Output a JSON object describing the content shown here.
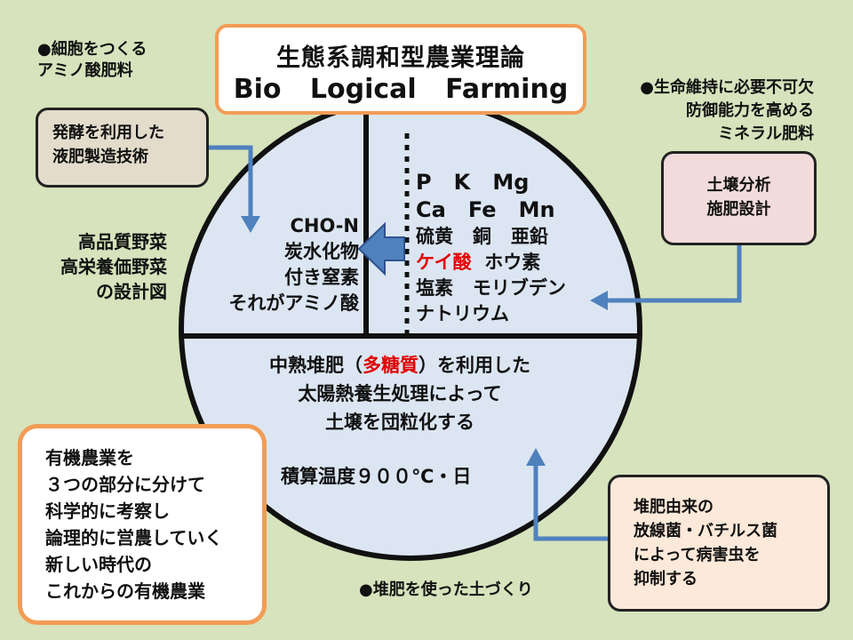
{
  "title": {
    "japanese": "生態系調和型農業理論",
    "english": "Bio Logical Farming"
  },
  "top_left_note": [
    "●細胞をつくる",
    "アミノ酸肥料"
  ],
  "top_right_note": [
    "●生命維持に必要不可欠",
    "防御能力を高める",
    "ミネラル肥料"
  ],
  "fermentation_box": [
    "発酵を利用した",
    "液肥製造技術"
  ],
  "soil_analysis_box": [
    "土壌分析",
    "施肥設計"
  ],
  "design_label": [
    "高品質野菜",
    "高栄養価野菜",
    "の設計図"
  ],
  "left_section": [
    "CHO-N",
    "炭水化物",
    "付き窒素",
    "それがアミノ酸"
  ],
  "minerals": {
    "line1": "P   K   Mg",
    "line2": "Ca   Fe   Mn",
    "line3": "硫黄   銅   亜鉛",
    "line4_highlight": "ケイ酸",
    "line4_rest": "  ホウ素",
    "line5": "塩素   モリブデン",
    "line6": "ナトリウム"
  },
  "bottom_section": {
    "line1_pre": "中熟堆肥（",
    "line1_highlight": "多糖質",
    "line1_post": "）を利用した",
    "line2": "太陽熱養生処理によって",
    "line3": "土壌を団粒化する",
    "line4": "積算温度９００℃・日"
  },
  "microbe_box": [
    "堆肥由来の",
    "放線菌・バチルス菌",
    "によって病害虫を",
    "抑制する"
  ],
  "organic_box": [
    "有機農業を",
    "３つの部分に分けて",
    "科学的に考察し",
    "論理的に営農していく",
    "新しい時代の",
    "これからの有機農業"
  ],
  "bottom_note": "●堆肥を使った土づくり",
  "colors": {
    "background": "#d6e3bc",
    "circle": "#dce6f2",
    "orange_border": "#f39c55",
    "arrow": "#4f81bd",
    "highlight": "#e00000"
  }
}
